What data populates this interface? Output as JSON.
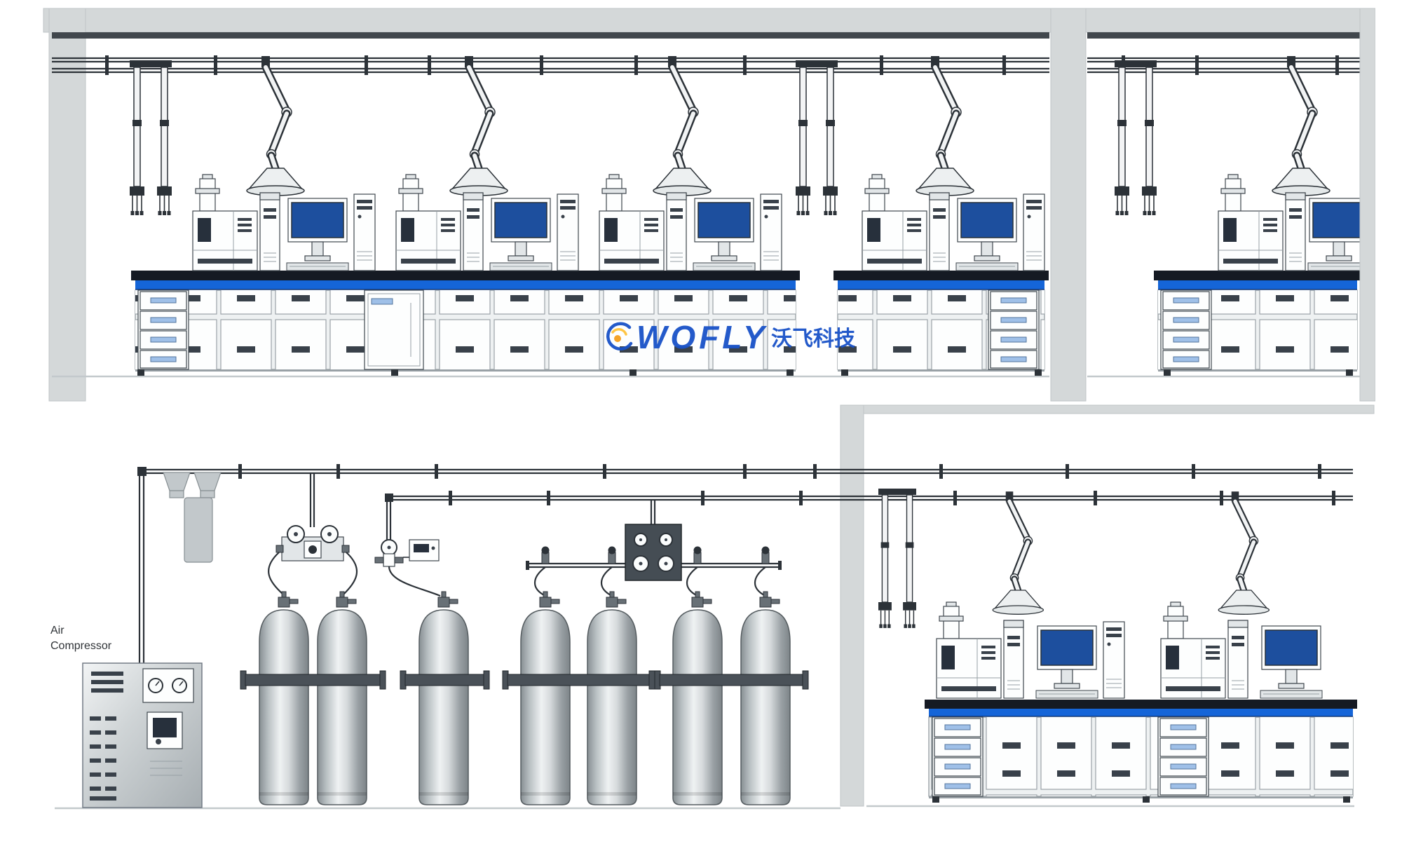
{
  "logo": {
    "brand": "WOFLY",
    "cn": "沃飞科技"
  },
  "labels": {
    "air_compressor": {
      "line1": "Air",
      "line2": "Compressor"
    }
  },
  "colors": {
    "wall_grey": "#d4d8d9",
    "line_dark": "#2c3238",
    "counter_dark": "#151a23",
    "bench_blue": "#1565d8",
    "screen_blue": "#1d4f9e",
    "cylinder_dark": "#878f93",
    "cylinder_light": "#eff2f3",
    "logo_blue": "#1952c8",
    "logo_orange": "#f59f1e"
  },
  "inventory": {
    "gas_cylinders": 7,
    "cylinder_groups": 4,
    "gc_workstations": 7,
    "extraction_arm_hoods": 7,
    "gas_outlet_drops": 4,
    "pressure_manifolds": 3,
    "air_compressors": 1
  }
}
